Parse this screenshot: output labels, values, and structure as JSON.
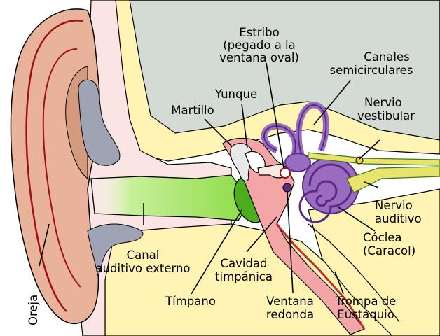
{
  "labels": {
    "estribo": [
      "Estribo",
      "(pegado a la",
      "ventana oval)"
    ],
    "canales": [
      "Canales",
      "semicirculares"
    ],
    "yunque": "Yunque",
    "martillo": "Martillo",
    "nervio_vestibular": [
      "Nervio",
      "vestibular"
    ],
    "nervio_auditivo": [
      "Nervio",
      "auditivo"
    ],
    "coclea": [
      "Cóclea",
      "(Caracol)"
    ],
    "canal_auditivo": [
      "Canal",
      "auditivo externo"
    ],
    "cavidad": [
      "Cavidad",
      "timpánica"
    ],
    "timpano": "Tímpano",
    "ventana_redonda": [
      "Ventana",
      "redonda"
    ],
    "trompa": [
      "Trompa de",
      "Eustaquio"
    ],
    "oreja": "Oreja"
  },
  "colors": {
    "skin": "#e8b39a",
    "skin_dark": "#d49a7e",
    "outline_red": "#a01010",
    "bone_gray": "#d0d6d0",
    "bone_yellow": "#fff3b0",
    "pale_pink": "#fbe4e4",
    "canal_green": "#9be05a",
    "eardrum_green": "#4cae1c",
    "purple": "#9a6cc0",
    "purple_dark": "#5b2a82",
    "red_tissue": "#f09090",
    "nerve_yellow": "#e8e36a",
    "cartilage_gray": "#9ea4b4"
  }
}
